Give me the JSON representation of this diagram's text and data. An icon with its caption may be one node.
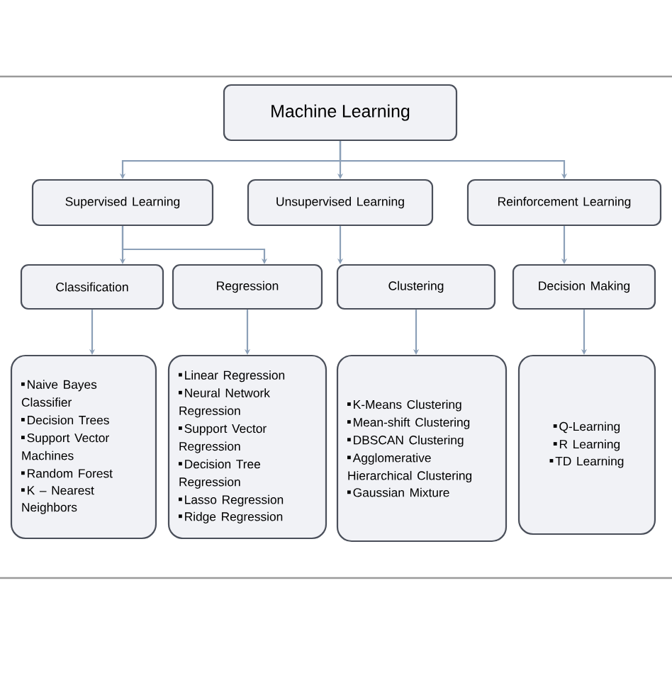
{
  "diagram": {
    "nodes": [
      {
        "text": [
          "Machine Learning"
        ]
      },
      {
        "text": [
          "Supervised Learning"
        ]
      },
      {
        "text": [
          "Unsupervised Learning"
        ]
      },
      {
        "text": [
          "Reinforcement Learning"
        ]
      },
      {
        "text": [
          "Classification"
        ]
      },
      {
        "text": [
          "Regression"
        ]
      },
      {
        "text": [
          "Clustering"
        ]
      },
      {
        "text": [
          "Decision Making"
        ]
      },
      {
        "text": [
          "Naive Bayes Classifier",
          "Decision Trees",
          "Support Vector Machines",
          "Random Forest",
          "K – Nearest Neighbors"
        ]
      },
      {
        "text": [
          "Linear Regression",
          "Neural Network Regression",
          "Support Vector Regression",
          "Decision Tree Regression",
          "Lasso Regression",
          "Ridge Regression"
        ]
      },
      {
        "text": [
          "K-Means Clustering",
          "Mean-shift Clustering",
          "DBSCAN Clustering",
          "Agglomerative Hierarchical Clustering",
          "Gaussian Mixture"
        ]
      },
      {
        "text": [
          "Q-Learning",
          "R Learning",
          "TD Learning"
        ]
      }
    ],
    "edges": [
      {
        "from": 0,
        "to": 1,
        "arrow": "to"
      },
      {
        "from": 0,
        "to": 2,
        "arrow": "to"
      },
      {
        "from": 0,
        "to": 3,
        "arrow": "to"
      },
      {
        "from": 1,
        "to": 4,
        "arrow": "to"
      },
      {
        "from": 1,
        "to": 5,
        "arrow": "to"
      },
      {
        "from": 2,
        "to": 6,
        "arrow": "to"
      },
      {
        "from": 3,
        "to": 7,
        "arrow": "to"
      },
      {
        "from": 4,
        "to": 8,
        "arrow": "to"
      },
      {
        "from": 5,
        "to": 9,
        "arrow": "to"
      },
      {
        "from": 6,
        "to": 10,
        "arrow": "to"
      },
      {
        "from": 7,
        "to": 11,
        "arrow": "to"
      }
    ]
  }
}
